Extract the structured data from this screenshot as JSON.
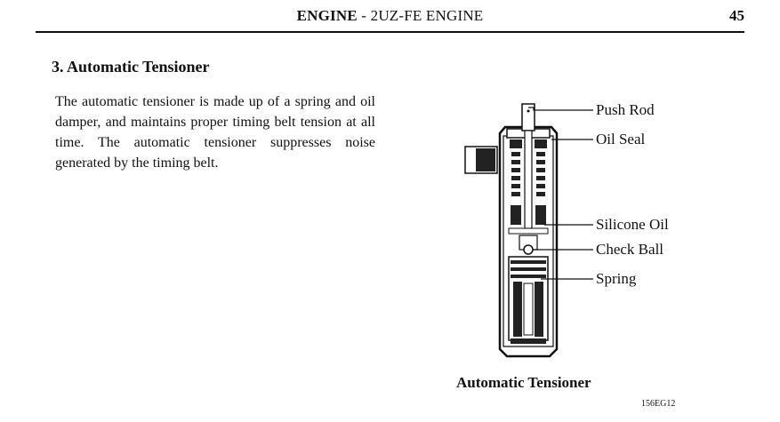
{
  "header": {
    "title_bold": "ENGINE",
    "title_sep": " - ",
    "title_rest": "2UZ-FE ENGINE",
    "page_number": "45"
  },
  "section": {
    "heading": "3.  Automatic Tensioner",
    "body": "The automatic tensioner is made up of a spring and oil damper, and maintains proper timing belt tension at all time. The automatic tensioner suppresses noise generated by the timing belt."
  },
  "figure": {
    "labels": {
      "push_rod": "Push Rod",
      "oil_seal": "Oil Seal",
      "silicone_oil": "Silicone Oil",
      "check_ball": "Check Ball",
      "spring": "Spring"
    },
    "caption": "Automatic Tensioner",
    "code": "156EG12"
  }
}
